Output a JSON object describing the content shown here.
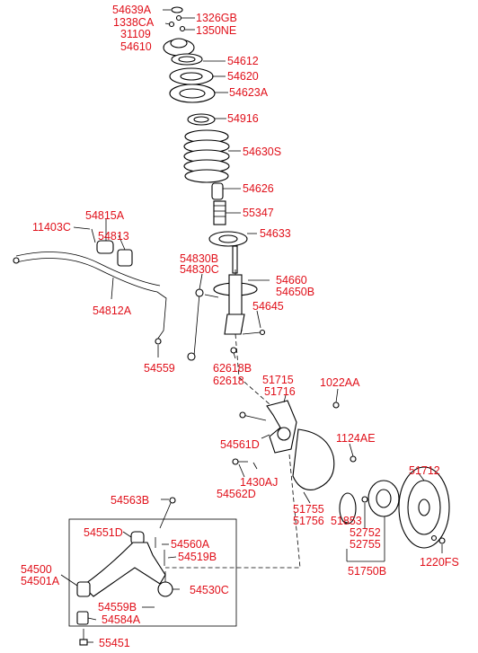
{
  "labels": {
    "p54639A": "54639A",
    "p1326GB": "1326GB",
    "p1338CA": "1338CA",
    "p31109": "31109",
    "p1350NE": "1350NE",
    "p54610": "54610",
    "p54612": "54612",
    "p54620": "54620",
    "p54623A": "54623A",
    "p54916": "54916",
    "p54630S": "54630S",
    "p54626": "54626",
    "p55347": "55347",
    "p54633": "54633",
    "p54815A": "54815A",
    "p11403C": "11403C",
    "p54813": "54813",
    "p54812A": "54812A",
    "p54830B": "54830B",
    "p54830C": "54830C",
    "p54660": "54660",
    "p54650B": "54650B",
    "p54645": "54645",
    "p54559": "54559",
    "p62618B": "62618B",
    "p62618": "62618",
    "p51715": "51715",
    "p51716": "51716",
    "p1022AA": "1022AA",
    "p1124AE": "1124AE",
    "p54561D": "54561D",
    "p1430AJ": "1430AJ",
    "p54562D": "54562D",
    "p51712": "51712",
    "p54563B": "54563B",
    "p51755": "51755",
    "p51756": "51756",
    "p51853": "51853",
    "p52752": "52752",
    "p52755": "52755",
    "p1220FS": "1220FS",
    "p51750B": "51750B",
    "p54551D": "54551D",
    "p54560A": "54560A",
    "p54519B": "54519B",
    "p54500": "54500",
    "p54501A": "54501A",
    "p54530C": "54530C",
    "p54559B": "54559B",
    "p54584A": "54584A",
    "p55451": "55451"
  }
}
